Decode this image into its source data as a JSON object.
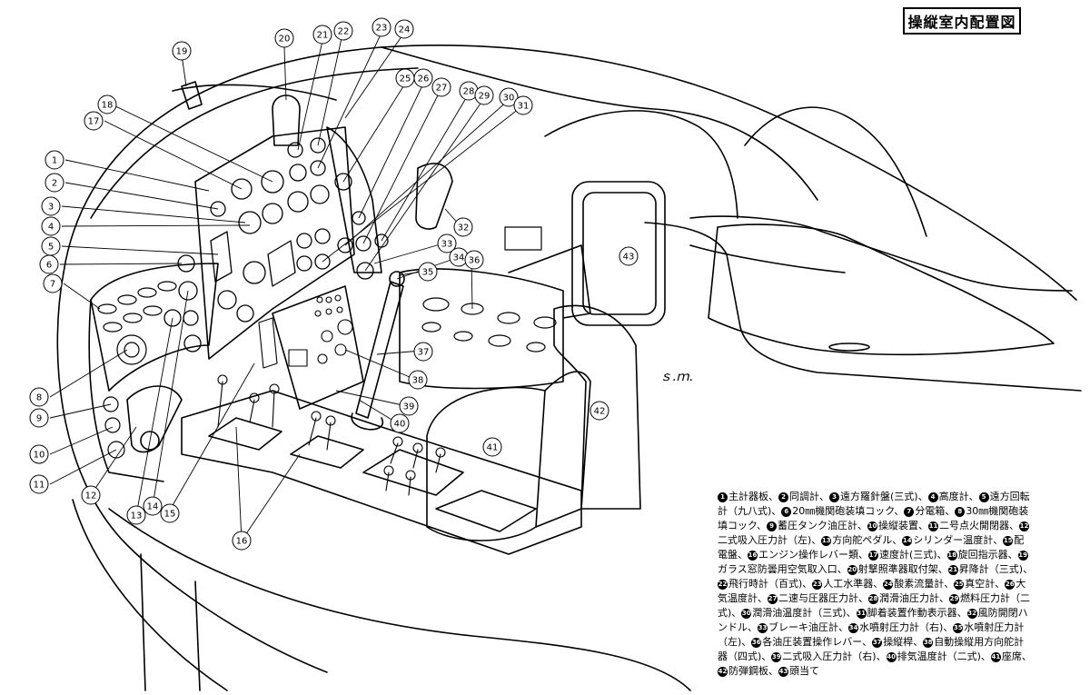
{
  "title": "操縦室内配置図",
  "signature": "ｓ.ｍ.",
  "callouts": [
    "1",
    "2",
    "3",
    "4",
    "5",
    "6",
    "7",
    "8",
    "9",
    "10",
    "11",
    "12",
    "13",
    "14",
    "15",
    "16",
    "17",
    "18",
    "19",
    "20",
    "21",
    "22",
    "23",
    "24",
    "25",
    "26",
    "27",
    "28",
    "29",
    "30",
    "31",
    "32",
    "33",
    "34",
    "35",
    "36",
    "37",
    "38",
    "39",
    "40",
    "41",
    "42",
    "43"
  ],
  "legend": [
    {
      "n": "1",
      "label": "主計器板、"
    },
    {
      "n": "2",
      "label": "同調計、"
    },
    {
      "n": "3",
      "label": "遠方羅針盤(三式)、"
    },
    {
      "n": "4",
      "label": "高度計、"
    },
    {
      "n": "5",
      "label": "遠方回転計（九八式)、"
    },
    {
      "n": "6",
      "label": "20㎜機関砲装填コック、"
    },
    {
      "n": "7",
      "label": "分電箱、"
    },
    {
      "n": "8",
      "label": "30㎜機関砲装填コック、"
    },
    {
      "n": "9",
      "label": "蓄圧タンク油圧計、"
    },
    {
      "n": "10",
      "label": "操縦装置、"
    },
    {
      "n": "11",
      "label": "二号点火開閉器、"
    },
    {
      "n": "12",
      "label": "二式吸入圧力計（左)、"
    },
    {
      "n": "13",
      "label": "方向舵ペダル、"
    },
    {
      "n": "14",
      "label": "シリンダー温度計、"
    },
    {
      "n": "15",
      "label": "配電盤、"
    },
    {
      "n": "16",
      "label": "エンジン操作レバー類、"
    },
    {
      "n": "17",
      "label": "速度計(三式)、"
    },
    {
      "n": "18",
      "label": "旋回指示器、"
    },
    {
      "n": "19",
      "label": "ガラス窓防曇用空気取入口、"
    },
    {
      "n": "20",
      "label": "射撃照準器取付架、"
    },
    {
      "n": "21",
      "label": "昇降計（三式)、"
    },
    {
      "n": "22",
      "label": "飛行時計（百式)、"
    },
    {
      "n": "23",
      "label": "人工水準器、"
    },
    {
      "n": "24",
      "label": "酸素流量計、"
    },
    {
      "n": "25",
      "label": "真空計、"
    },
    {
      "n": "26",
      "label": "大気温度計、"
    },
    {
      "n": "27",
      "label": "二速与圧器圧力計、"
    },
    {
      "n": "28",
      "label": "潤滑油圧力計、"
    },
    {
      "n": "29",
      "label": "燃料圧力計（二式)、"
    },
    {
      "n": "30",
      "label": "潤滑油温度計（三式)、"
    },
    {
      "n": "31",
      "label": "脚着装置作動表示器、"
    },
    {
      "n": "32",
      "label": "風防開閉ハンドル、"
    },
    {
      "n": "33",
      "label": "ブレーキ油圧計、"
    },
    {
      "n": "34",
      "label": "水噴射圧力計（右)、"
    },
    {
      "n": "35",
      "label": "水噴射圧力計（左)、"
    },
    {
      "n": "36",
      "label": "各油圧装置操作レバー、"
    },
    {
      "n": "37",
      "label": "操縦桿、"
    },
    {
      "n": "38",
      "label": "自動操縦用方向舵計器（四式)、"
    },
    {
      "n": "39",
      "label": "二式吸入圧力計（右)、"
    },
    {
      "n": "40",
      "label": "排気温度計（二式)、"
    },
    {
      "n": "41",
      "label": "座席、"
    },
    {
      "n": "42",
      "label": "防弾鋼板、"
    },
    {
      "n": "43",
      "label": "頭当て"
    }
  ]
}
